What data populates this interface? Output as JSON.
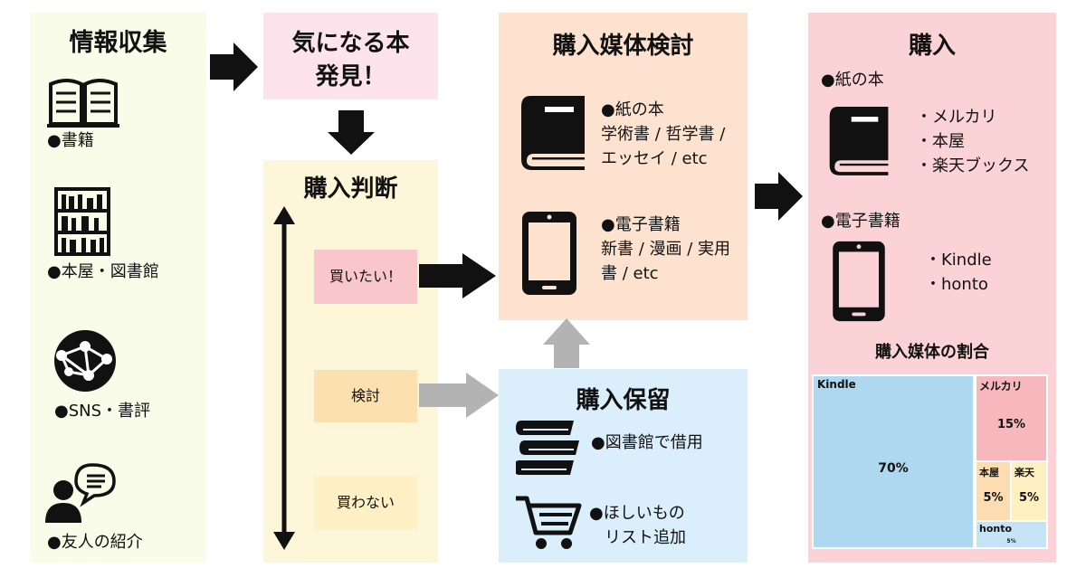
{
  "gather": {
    "title": "情報収集",
    "items": [
      {
        "label": "●書籍",
        "icon": "open-book-icon"
      },
      {
        "label": "●本屋・図書館",
        "icon": "bookshelf-icon"
      },
      {
        "label": "●SNS・書評",
        "icon": "network-globe-icon"
      },
      {
        "label": "●友人の紹介",
        "icon": "person-speech-icon"
      }
    ]
  },
  "discover": {
    "line1": "気になる本",
    "line2": "発見！"
  },
  "judge": {
    "title": "購入判断",
    "want": "買いたい！",
    "consider": "検討",
    "not_buy": "買わない"
  },
  "media_review": {
    "title": "購入媒体検討",
    "paper": {
      "title": "●紙の本",
      "line1": "学術書 / 哲学書 /",
      "line2": "エッセイ / etc",
      "icon": "book-icon"
    },
    "ebook": {
      "title": "●電子書籍",
      "line1": "新書 / 漫画 / 実用",
      "line2": "書 / etc",
      "icon": "tablet-icon"
    }
  },
  "hold": {
    "title": "購入保留",
    "library": "●図書館で借用",
    "wishlist_line1": "●ほしいもの",
    "wishlist_line2": "リスト追加",
    "icons": [
      "book-stack-icon",
      "shopping-cart-icon"
    ]
  },
  "purchase": {
    "title": "購入",
    "paper_title": "●紙の本",
    "paper_items": [
      "・メルカリ",
      "・本屋",
      "・楽天ブックス"
    ],
    "ebook_title": "●電子書籍",
    "ebook_items": [
      "・Kindle",
      "・honto"
    ],
    "share_title": "購入媒体の割合"
  },
  "chart_data": {
    "type": "treemap",
    "title": "購入媒体の割合",
    "categories": [
      "Kindle",
      "メルカリ",
      "本屋",
      "楽天",
      "honto"
    ],
    "values": [
      70,
      15,
      5,
      5,
      5
    ],
    "labels": [
      "70%",
      "15%",
      "5%",
      "5%",
      "5%"
    ]
  },
  "colors": {
    "gather_bg": "#f8fce8",
    "discover_bg": "#fde4ec",
    "judge_bg": "#fdf6d8",
    "media_bg": "#fde3cf",
    "hold_bg": "#daeefb",
    "purchase_bg": "#fbd3d6",
    "want_bg": "#f9c6cb",
    "consider_bg": "#fde0b0",
    "notbuy_bg": "#fdf0c4",
    "kindle": "#add8f0",
    "mercari": "#f7b8bd",
    "honya": "#fcdcb0",
    "rakuten": "#fdf0c0",
    "honto": "#c4e4f6",
    "arrow_black": "#111111",
    "arrow_gray": "#b3b3b3"
  }
}
